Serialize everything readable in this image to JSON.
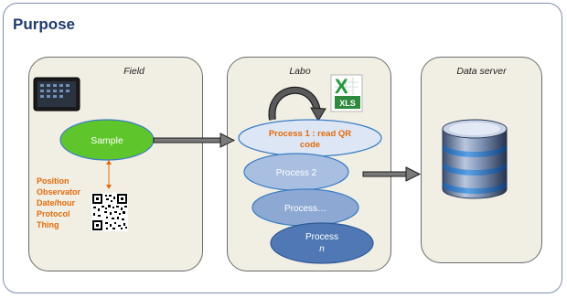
{
  "title": "Purpose",
  "panels": {
    "field": "Field",
    "labo": "Labo",
    "data_server": "Data server"
  },
  "nodes": {
    "sample": "Sample",
    "process1_line1": "Process 1 : read QR",
    "process1_line2": "code",
    "process2": "Process 2",
    "process3": "Process…",
    "process_n_line1": "Process",
    "process_n_line2": "n"
  },
  "sample_metadata": [
    "Position",
    "Observator",
    "Date/hour",
    "Protocol",
    "Thing"
  ],
  "xls_badge": "XLS",
  "colors": {
    "title": "#1f3a74",
    "orange": "#e26b0a",
    "sample_green": "#5ec62a",
    "panel_bg": "#f1eee3",
    "process1_fill": "#dde6f5",
    "process2_fill": "#a9bfe2",
    "process3_fill": "#8da9d3",
    "process_n_fill": "#4f78b5"
  },
  "icons": [
    "tablet-icon",
    "qr-code-icon",
    "excel-xls-icon",
    "loop-arrow-icon",
    "database-icon"
  ]
}
